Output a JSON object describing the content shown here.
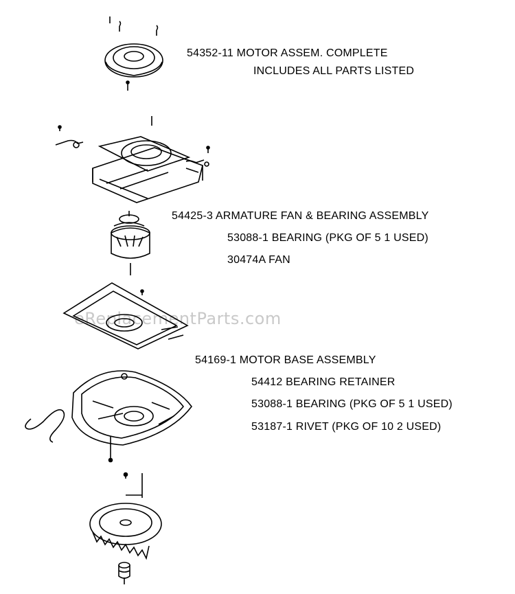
{
  "labels": {
    "motor_assem": "54352-11 MOTOR ASSEM. COMPLETE",
    "motor_assem_note": "INCLUDES ALL PARTS LISTED",
    "armature": "54425-3 ARMATURE FAN & BEARING ASSEMBLY",
    "armature_bearing": "53088-1 BEARING (PKG OF 5 1 USED)",
    "armature_fan": "30474A FAN",
    "motor_base": "54169-1 MOTOR BASE ASSEMBLY",
    "retainer": "54412 BEARING RETAINER",
    "base_bearing": "53088-1 BEARING (PKG OF 5 1 USED)",
    "rivet": "53187-1 RIVET (PKG OF 10 2 USED)"
  },
  "watermark": "eReplacementParts.com"
}
